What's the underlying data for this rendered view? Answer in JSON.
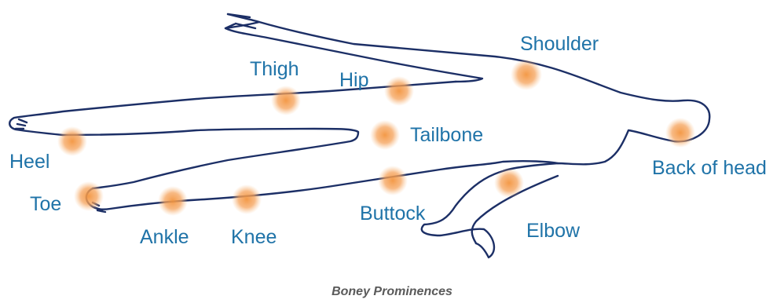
{
  "diagram": {
    "caption": "Boney Prominences",
    "marker_color": "#f5a25a",
    "outline_color": "#1c2f66",
    "label_color": "#1f73a8",
    "points": [
      {
        "id": "shoulder",
        "label": "Shoulder"
      },
      {
        "id": "thigh",
        "label": "Thigh"
      },
      {
        "id": "hip",
        "label": "Hip"
      },
      {
        "id": "tailbone",
        "label": "Tailbone"
      },
      {
        "id": "heel",
        "label": "Heel"
      },
      {
        "id": "back-of-head",
        "label": "Back of head"
      },
      {
        "id": "toe",
        "label": "Toe"
      },
      {
        "id": "buttock",
        "label": "Buttock"
      },
      {
        "id": "ankle",
        "label": "Ankle"
      },
      {
        "id": "knee",
        "label": "Knee"
      },
      {
        "id": "elbow",
        "label": "Elbow"
      }
    ]
  }
}
